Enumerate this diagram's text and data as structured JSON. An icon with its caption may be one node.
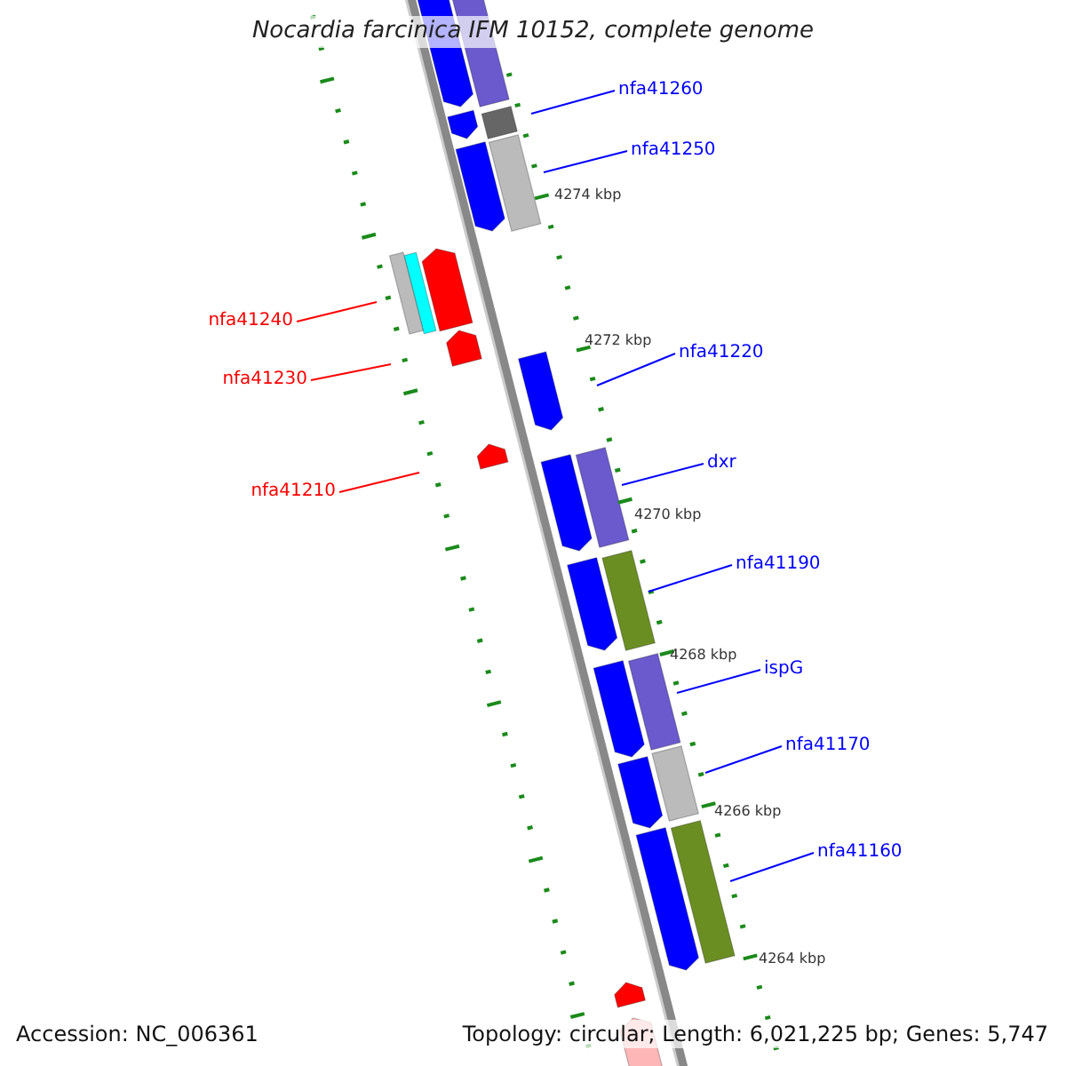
{
  "diagram": {
    "title": "Nocardia farcinica IFM 10152, complete genome",
    "nodes": [
      {
        "text": [
          "nfa41260"
        ]
      },
      {
        "text": [
          "nfa41250"
        ]
      },
      {
        "text": [
          "nfa41240"
        ]
      },
      {
        "text": [
          "nfa41230"
        ]
      },
      {
        "text": [
          "nfa41220"
        ]
      },
      {
        "text": [
          "nfa41210"
        ]
      },
      {
        "text": [
          "dxr"
        ]
      },
      {
        "text": [
          "nfa41190"
        ]
      },
      {
        "text": [
          "ispG"
        ]
      },
      {
        "text": [
          "nfa41170"
        ]
      },
      {
        "text": [
          "nfa41160"
        ]
      }
    ],
    "edges": [
      {
        "from": 0,
        "to": null,
        "arrow": "none"
      },
      {
        "from": 1,
        "to": null,
        "arrow": "none"
      },
      {
        "from": 2,
        "to": null,
        "arrow": "none",
        "color": "#ff0000"
      },
      {
        "from": 3,
        "to": null,
        "arrow": "none",
        "color": "#ff0000"
      },
      {
        "from": 4,
        "to": null,
        "arrow": "none"
      },
      {
        "from": 5,
        "to": null,
        "arrow": "none",
        "color": "#ff0000"
      },
      {
        "from": 6,
        "to": null,
        "arrow": "none"
      },
      {
        "from": 7,
        "to": null,
        "arrow": "none"
      },
      {
        "from": 8,
        "to": null,
        "arrow": "none"
      },
      {
        "from": 9,
        "to": null,
        "arrow": "none"
      },
      {
        "from": 10,
        "to": null,
        "arrow": "none"
      }
    ],
    "labels": [
      "4274 kbp",
      "4272 kbp",
      "4270 kbp",
      "4268 kbp",
      "4266 kbp",
      "4264 kbp",
      "Accession: NC_006361",
      "Topology: circular; Length: 6,021,225 bp; Genes: 5,747"
    ]
  }
}
